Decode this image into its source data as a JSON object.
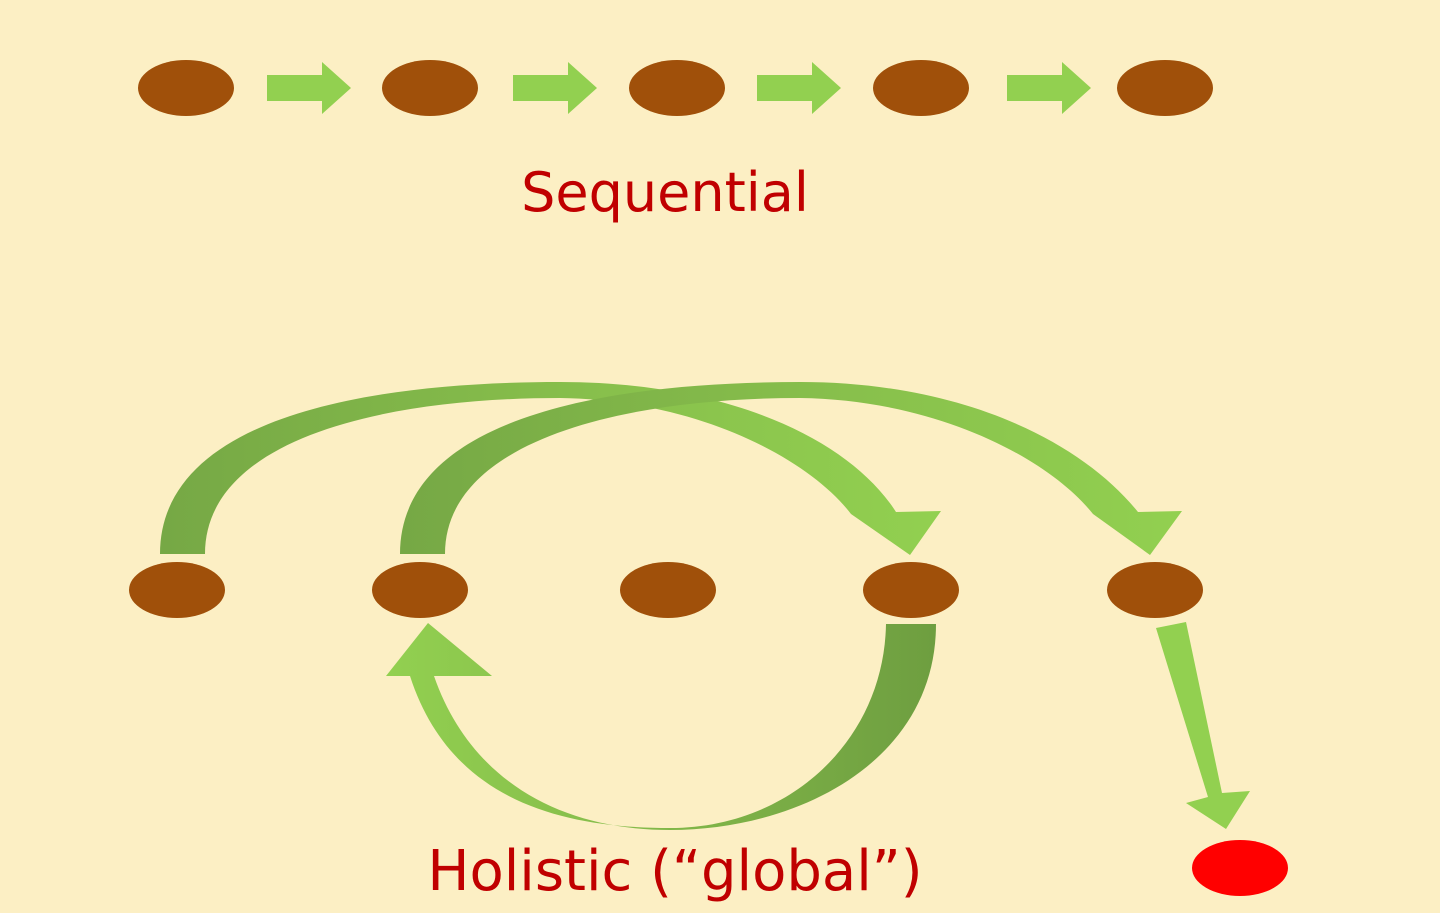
{
  "diagram": {
    "sequential_label": "Sequential",
    "holistic_label": "Holistic (“global”)"
  },
  "colors": {
    "background": "#fcefc4",
    "node": "#a0500a",
    "target_node": "#ff0000",
    "arrow_light": "#92d050",
    "arrow_dark": "#76a845",
    "label_text": "#c00000"
  },
  "sequential": {
    "node_count": 5,
    "arrow_count": 4
  },
  "holistic": {
    "node_count": 5,
    "target_count": 1
  }
}
